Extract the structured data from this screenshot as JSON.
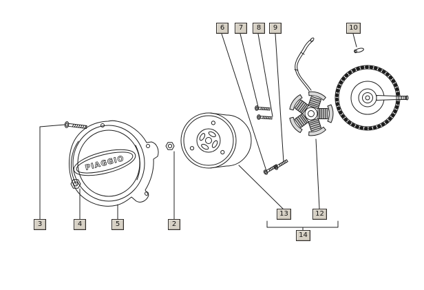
{
  "brand_text": "PIAGGIO",
  "callouts": [
    {
      "number": "2"
    },
    {
      "number": "3"
    },
    {
      "number": "4"
    },
    {
      "number": "5"
    },
    {
      "number": "6"
    },
    {
      "number": "7"
    },
    {
      "number": "8"
    },
    {
      "number": "9"
    },
    {
      "number": "10"
    },
    {
      "number": "12"
    },
    {
      "number": "13"
    },
    {
      "number": "14"
    }
  ],
  "grouping": {
    "bracket_children": [
      "13",
      "12"
    ],
    "bracket_label": "14"
  },
  "parts_depicted": [
    "flywheel-cover",
    "long-screw",
    "hex-nut",
    "small-nut",
    "flywheel-rotor",
    "stator-with-coils",
    "stator-screws",
    "ignition-cable",
    "small-pin",
    "fan-backplate-with-shaft"
  ],
  "colors": {
    "background": "#ffffff",
    "line": "#1c1c1c",
    "callout_bg": "#d7d1c5",
    "callout_border": "#2e2a26"
  }
}
